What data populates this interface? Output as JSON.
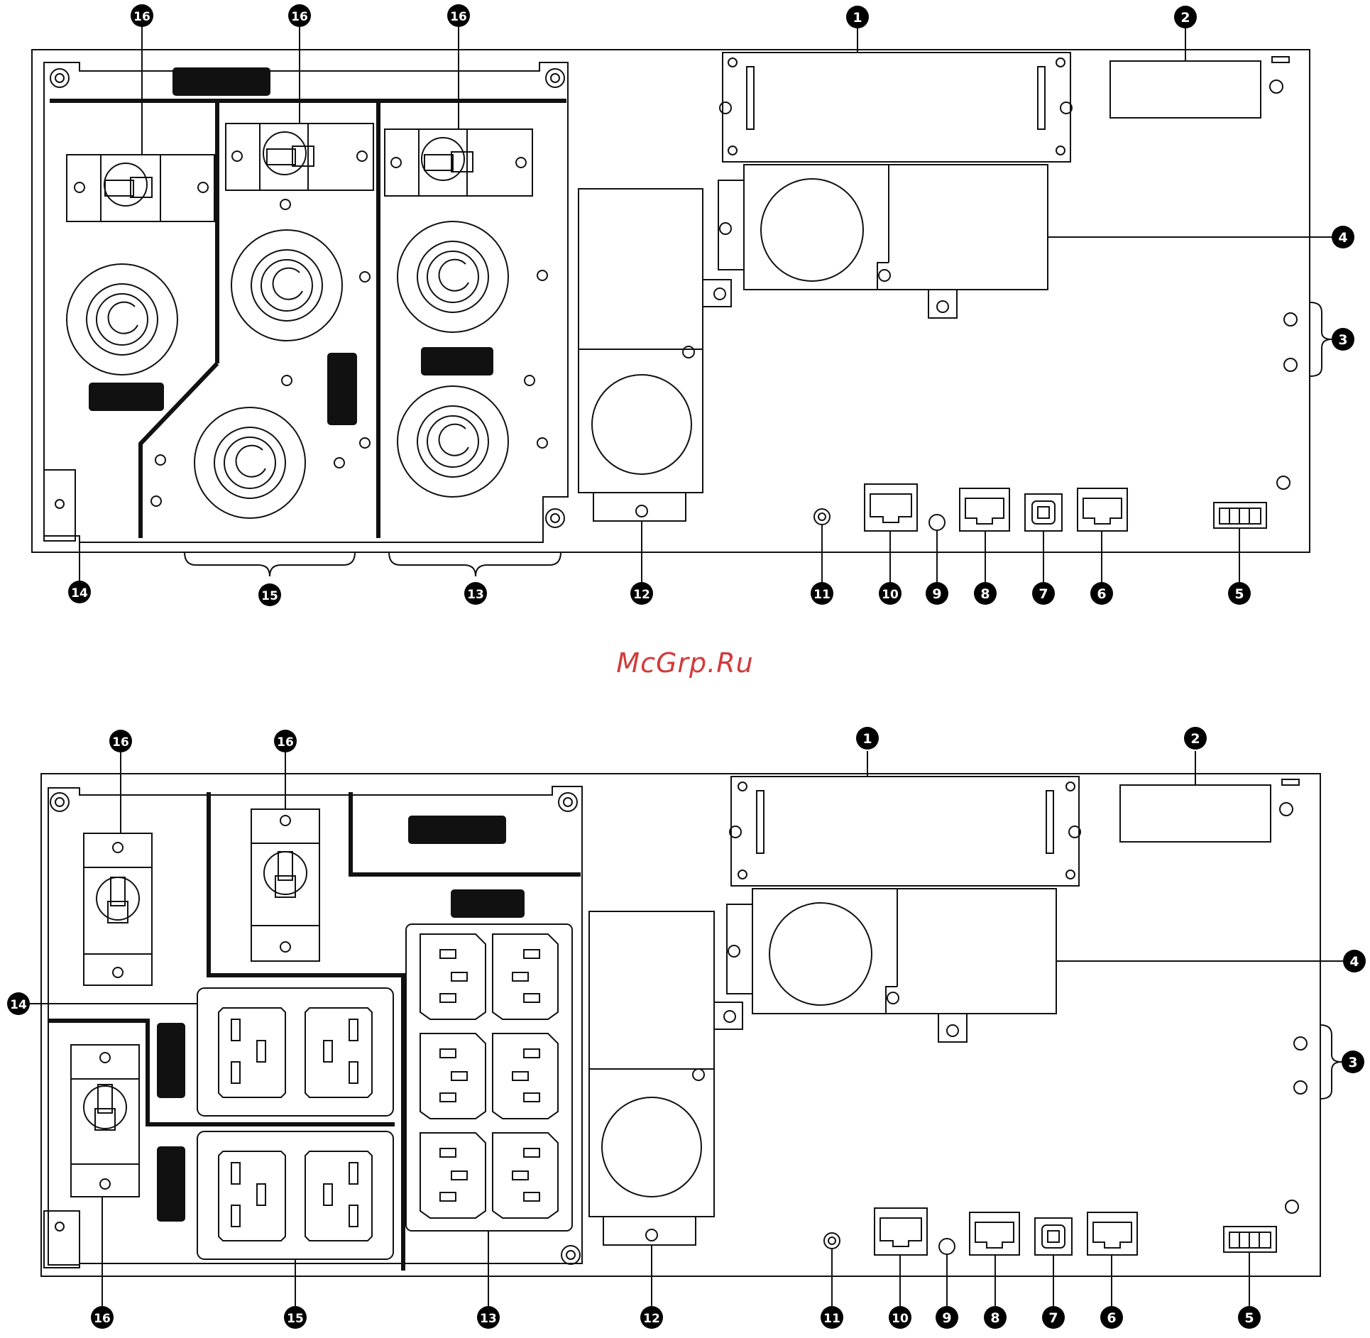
{
  "watermark": {
    "text": "McGrp.Ru",
    "color": "#d23a3a"
  },
  "colors": {
    "ink": "#111111",
    "paper": "#ffffff",
    "callout_fill": "#000000",
    "callout_text": "#ffffff"
  },
  "top_panel": {
    "callouts": [
      "16",
      "16",
      "16",
      "1",
      "2",
      "4",
      "3",
      "14",
      "15",
      "13",
      "12",
      "11",
      "10",
      "9",
      "8",
      "7",
      "6",
      "5"
    ]
  },
  "bottom_panel": {
    "callouts": [
      "16",
      "16",
      "1",
      "2",
      "14",
      "4",
      "3",
      "16",
      "15",
      "13",
      "12",
      "11",
      "10",
      "9",
      "8",
      "7",
      "6",
      "5"
    ]
  }
}
